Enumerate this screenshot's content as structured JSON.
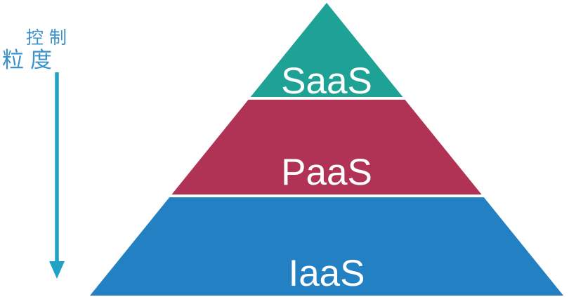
{
  "side_label": {
    "line1": "控制",
    "line2": "粒度",
    "text_color": "#3A90C8",
    "arrow_icon": "down-arrow-icon",
    "arrow_color": "#21A2C4"
  },
  "pyramid": {
    "type": "pyramid-diagram",
    "description": "cloud-service-models-pyramid",
    "text_color": "#FFFFFF",
    "background_color": "#FFFFFF",
    "layers": [
      {
        "label": "SaaS",
        "color": "#1DA295",
        "position": "top"
      },
      {
        "label": "PaaS",
        "color": "#B03355",
        "position": "middle"
      },
      {
        "label": "IaaS",
        "color": "#2380C3",
        "position": "bottom"
      }
    ]
  }
}
